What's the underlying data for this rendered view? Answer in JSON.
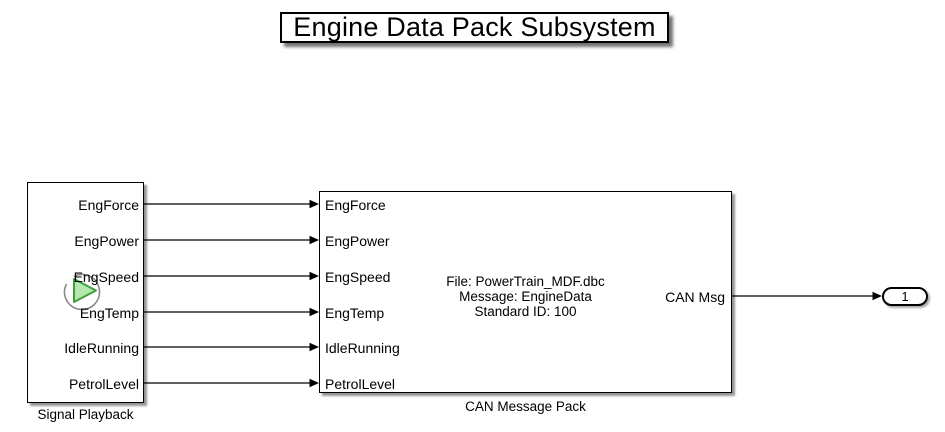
{
  "title": {
    "text": "Engine Data Pack Subsystem"
  },
  "blocks": {
    "signal_playback": {
      "label": "Signal Playback",
      "outputs": [
        "EngForce",
        "EngPower",
        "EngSpeed",
        "EngTemp",
        "IdleRunning",
        "PetrolLevel"
      ],
      "icon": "playback-loop-with-play-triangle"
    },
    "can_message_pack": {
      "label": "CAN Message Pack",
      "inputs": [
        "EngForce",
        "EngPower",
        "EngSpeed",
        "EngTemp",
        "IdleRunning",
        "PetrolLevel"
      ],
      "info_lines": [
        "File: PowerTrain_MDF.dbc",
        "Message: EngineData",
        "Standard ID: 100"
      ],
      "output_label": "CAN Msg"
    },
    "outport": {
      "label": "1"
    }
  },
  "colors": {
    "play_fill": "#b5e8ae",
    "play_stroke": "#3f9f3f",
    "loop_gray": "#8a8a8a",
    "wire": "#000000"
  }
}
